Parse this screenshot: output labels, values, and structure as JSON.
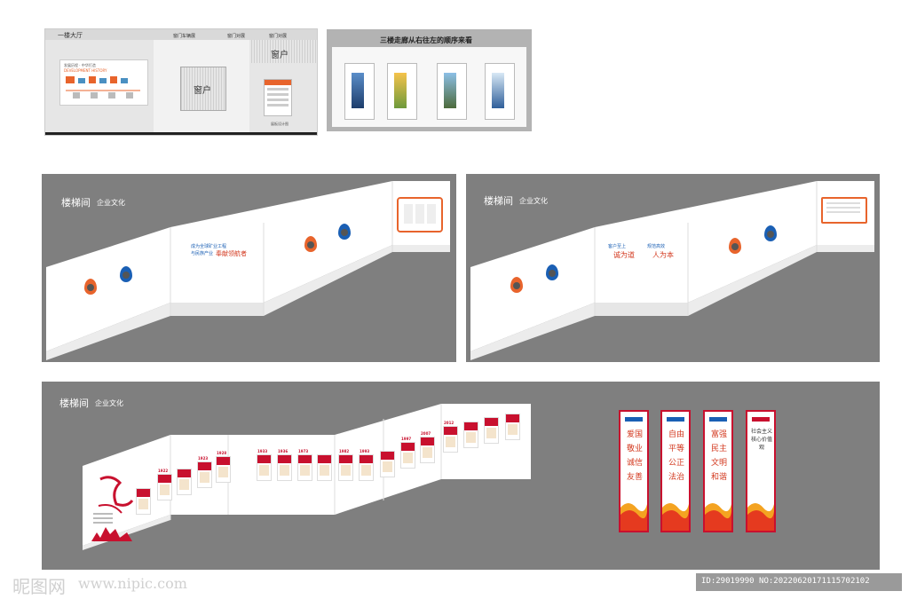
{
  "hall": {
    "title": "一楼大厅",
    "label_a": "窗门车辆展",
    "label_b": "窗门对展",
    "label_c": "窗门对展",
    "history_text": "发展历程 · 中华打造",
    "history_en": "DEVELOPMENT HISTORY",
    "window1": "窗户",
    "window2": "窗户",
    "board_caption": "展板设计图"
  },
  "corridor": {
    "title": "三楼走廊从右往左的顺序来看"
  },
  "stair1": {
    "title": "楼梯间",
    "subtitle": "企业文化",
    "line1": "成为全球矿业工程",
    "line2": "与民族产业",
    "slogan": "奉献领航者"
  },
  "stair2": {
    "title": "楼梯间",
    "subtitle": "企业文化",
    "left_label": "客户至上",
    "left_slogan": "诚为道",
    "right_label": "规范高效",
    "right_slogan": "人为本"
  },
  "stair3": {
    "title": "楼梯间",
    "subtitle": "企业文化",
    "years": [
      "1922",
      "1923",
      "1928",
      "1933",
      "1936",
      "1973",
      "1982",
      "1993",
      "1997",
      "2007",
      "2012"
    ]
  },
  "banners": [
    {
      "text": "爱国敬业诚信友善"
    },
    {
      "text": "自由平等公正法治"
    },
    {
      "text": "富强民主文明和谐"
    },
    {
      "text": "社会主义核心价值观"
    }
  ],
  "footer": {
    "logo": "昵图网",
    "url": "www.nipic.com",
    "id_text": "ID:29019990 NO:20220620171115702102"
  },
  "colors": {
    "red": "#c8102e",
    "gray": "#7f7f7f",
    "orange": "#e8642c",
    "blue": "#1a5fb4"
  }
}
